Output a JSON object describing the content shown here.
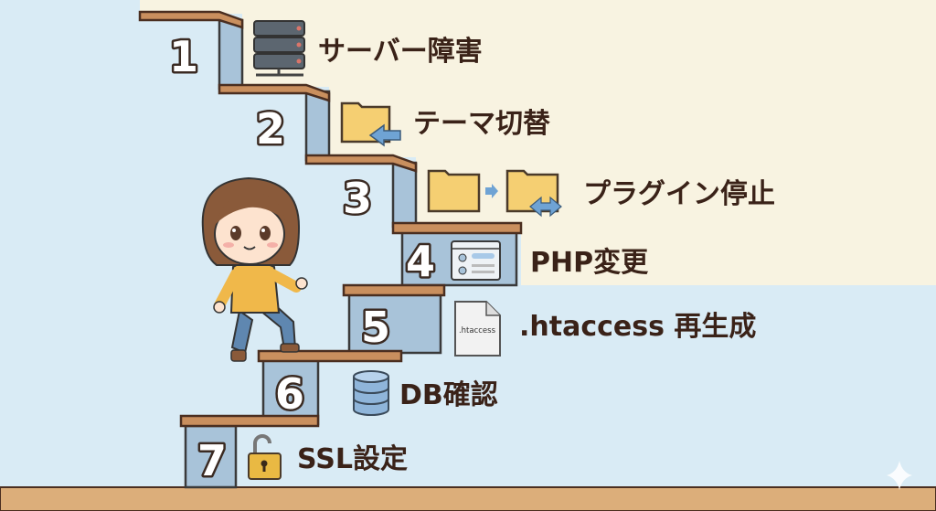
{
  "steps": [
    {
      "number": "1",
      "label": "サーバー障害",
      "icon": "server-icon"
    },
    {
      "number": "2",
      "label": "テーマ切替",
      "icon": "folder-arrow-icon"
    },
    {
      "number": "3",
      "label": "プラグイン停止",
      "icon": "folder-swap-icon"
    },
    {
      "number": "4",
      "label": "PHP変更",
      "icon": "settings-window-icon"
    },
    {
      "number": "5",
      "label": ".htaccess 再生成",
      "icon": "file-icon",
      "icon_text": ".htaccess"
    },
    {
      "number": "6",
      "label": "DB確認",
      "icon": "database-icon"
    },
    {
      "number": "7",
      "label": "SSL設定",
      "icon": "unlocked-padlock-icon"
    }
  ],
  "colors": {
    "sky": "#d9ebf5",
    "cream": "#f8f3e1",
    "wood": "#c98f5e",
    "riser": "#a8c3d9",
    "floor": "#dcae7a",
    "text": "#3a2218"
  }
}
